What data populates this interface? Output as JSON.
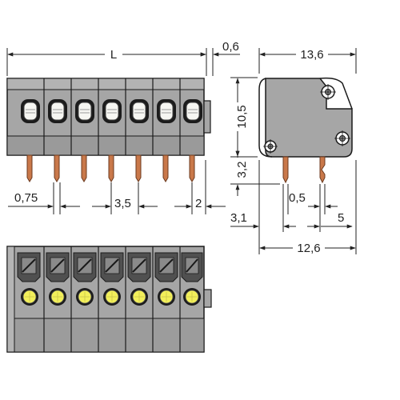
{
  "drawing": {
    "pole_count": 7,
    "colors": {
      "housing": "#a6a6a6",
      "housing_dark": "#8f8f8f",
      "outline": "#1a1a1a",
      "led_yellow": "#f2ef5a",
      "led_white": "#f6f6f2",
      "pin": "#c9784a",
      "dimension_line": "#222222"
    },
    "front_view": {
      "label_length": "L",
      "label_offset": "0,6",
      "label_pin_width": "0,75",
      "label_pitch": "3,5",
      "label_end": "2"
    },
    "side_view": {
      "label_depth": "13,6",
      "label_height": "10,5",
      "label_pin_length": "3,2",
      "label_pin_gap": "0,5",
      "label_pin_offset": "3,1",
      "label_pin_pitch": "5",
      "label_base_depth": "12,6"
    },
    "top_view": {
      "icons": [
        "clamp-slot-icon",
        "led-indicator-icon"
      ]
    }
  }
}
